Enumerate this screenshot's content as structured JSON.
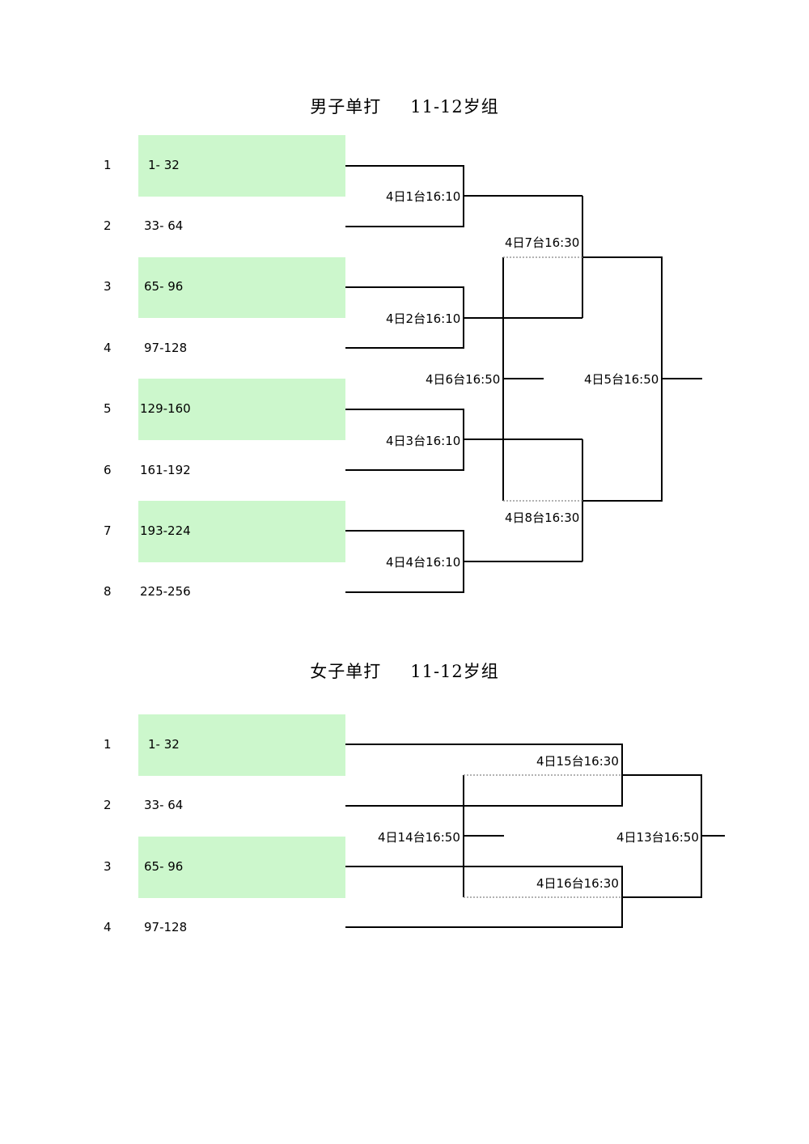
{
  "colors": {
    "seed_highlight": "#ccf7cc",
    "line": "#000000"
  },
  "brackets": [
    {
      "title_event": "男子单打",
      "title_group": "11-12岁组",
      "seeds": [
        {
          "num": "1",
          "range": "1- 32",
          "highlight": true
        },
        {
          "num": "2",
          "range": "33- 64",
          "highlight": false
        },
        {
          "num": "3",
          "range": "65- 96",
          "highlight": true
        },
        {
          "num": "4",
          "range": "97-128",
          "highlight": false
        },
        {
          "num": "5",
          "range": "129-160",
          "highlight": true
        },
        {
          "num": "6",
          "range": "161-192",
          "highlight": false
        },
        {
          "num": "7",
          "range": "193-224",
          "highlight": true
        },
        {
          "num": "8",
          "range": "225-256",
          "highlight": false
        }
      ],
      "matches": [
        "4日1台16:10",
        "4日2台16:10",
        "4日3台16:10",
        "4日4台16:10",
        "4日7台16:30",
        "4日8台16:30",
        "4日6台16:50",
        "4日5台16:50"
      ]
    },
    {
      "title_event": "女子单打",
      "title_group": "11-12岁组",
      "seeds": [
        {
          "num": "1",
          "range": "1- 32",
          "highlight": true
        },
        {
          "num": "2",
          "range": "33- 64",
          "highlight": false
        },
        {
          "num": "3",
          "range": "65- 96",
          "highlight": true
        },
        {
          "num": "4",
          "range": "97-128",
          "highlight": false
        }
      ],
      "matches": [
        "4日15台16:30",
        "4日16台16:30",
        "4日14台16:50",
        "4日13台16:50"
      ]
    }
  ]
}
